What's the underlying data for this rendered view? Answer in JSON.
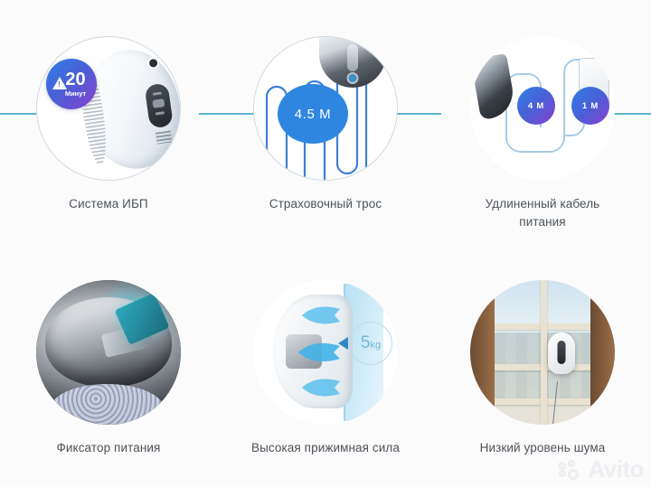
{
  "page": {
    "background_color": "#fbfbfc",
    "rail_color": "#3fa9c4",
    "accent_blue": "#2f86e0",
    "gradient_from": "#2f7fe8",
    "gradient_to": "#8a3fd0",
    "caption_color": "#4d5358"
  },
  "features": [
    {
      "id": "ups-system",
      "caption": "Система ИБП",
      "badge": {
        "value": "20",
        "unit": "Минут",
        "icon": "warning-triangle-icon"
      }
    },
    {
      "id": "safety-rope",
      "caption": "Страховочный трос",
      "badge": {
        "value": "4.5 М"
      }
    },
    {
      "id": "extended-power-cable",
      "caption": "Удлиненный кабель питания",
      "badges": [
        {
          "value": "4 М"
        },
        {
          "value": "1 М"
        }
      ]
    },
    {
      "id": "power-lock",
      "caption": "Фиксатор питания"
    },
    {
      "id": "high-suction-force",
      "caption": "Высокая прижимная сила",
      "badge": {
        "value": "5",
        "unit": "kg"
      }
    },
    {
      "id": "low-noise",
      "caption": "Низкий уровень шума"
    }
  ],
  "watermark": {
    "text": "Avito",
    "icon": "avito-logo-icon"
  }
}
